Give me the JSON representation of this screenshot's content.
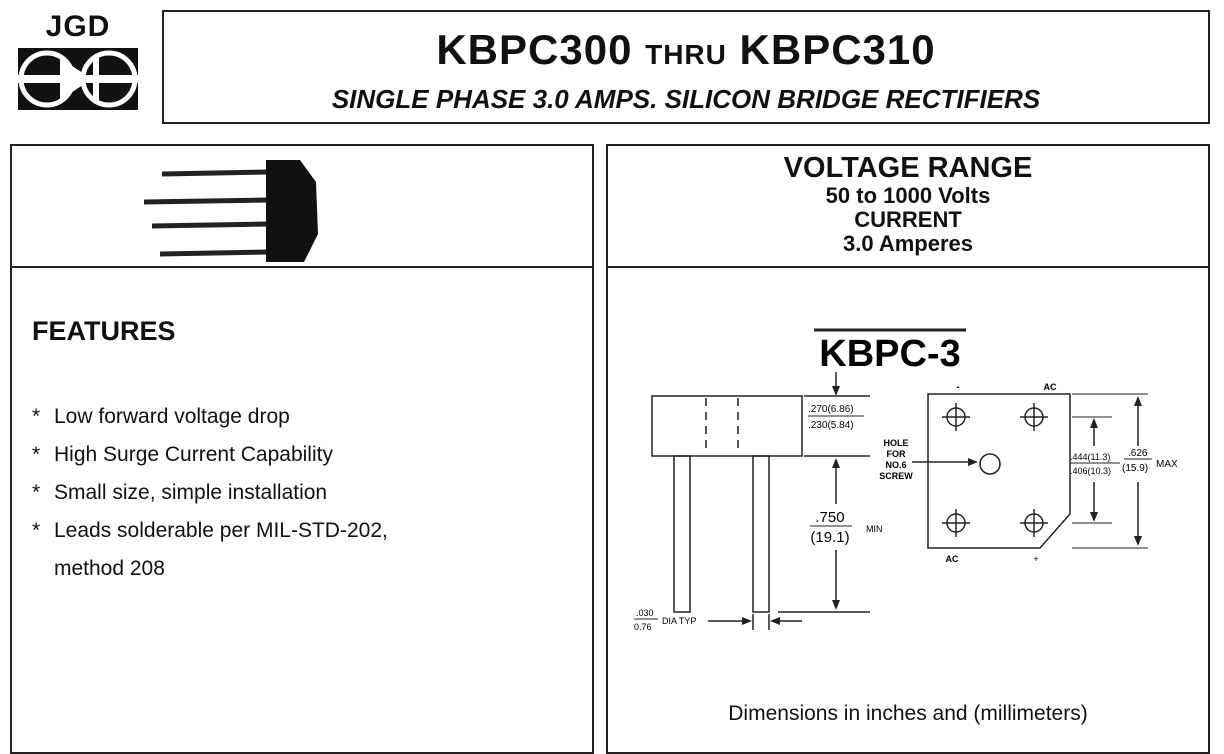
{
  "logo": {
    "text": "JGD"
  },
  "header": {
    "part_from": "KBPC300",
    "thru": "THRU",
    "part_to": "KBPC310",
    "subtitle": "SINGLE PHASE 3.0 AMPS. SILICON BRIDGE RECTIFIERS"
  },
  "ratings": {
    "voltage_heading": "VOLTAGE RANGE",
    "voltage_value": "50 to 1000 Volts",
    "current_heading": "CURRENT",
    "current_value": "3.0 Amperes"
  },
  "features": {
    "heading": "FEATURES",
    "bullet": "*",
    "items": [
      "Low forward voltage drop",
      "High Surge Current Capability",
      "Small size, simple installation",
      "Leads solderable per MIL-STD-202,",
      "method 208"
    ]
  },
  "drawing": {
    "package_name": "KBPC-3",
    "body_height_max": ".270(6.86)",
    "body_height_min": ".230(5.84)",
    "lead_length_in": ".750",
    "lead_length_mm": "(19.1)",
    "lead_length_suffix": "MIN",
    "lead_dia_in": ".030",
    "lead_dia_mm": "0.76",
    "lead_dia_suffix": "DIA TYP",
    "hole_label": [
      "HOLE",
      "FOR",
      "NO.6",
      "SCREW"
    ],
    "pin_spacing_in": ".444(11.3)",
    "pin_spacing_mm": ".406(10.3)",
    "body_width_in": ".626",
    "body_width_mm": "(15.9)",
    "body_width_suffix": "MAX",
    "pin_minus": "-",
    "pin_ac_top": "AC",
    "pin_ac_bottom": "AC",
    "pin_plus": "+",
    "note": "Dimensions in inches and (millimeters)"
  }
}
